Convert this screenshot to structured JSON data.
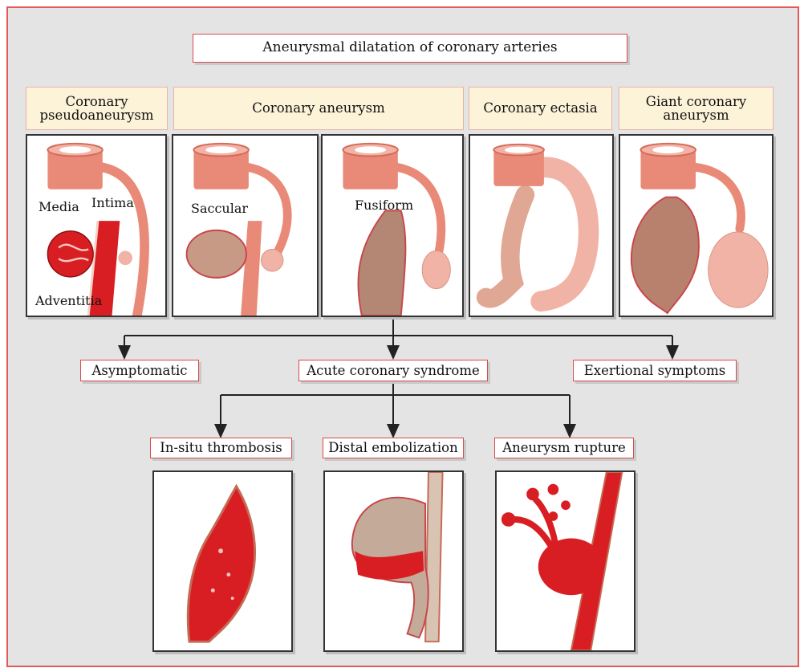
{
  "title": "Aneurysmal dilatation of coronary arteries",
  "categories": [
    {
      "label": "Coronary pseudoaneurysm"
    },
    {
      "label": "Coronary aneurysm"
    },
    {
      "label": "Coronary ectasia"
    },
    {
      "label": "Giant coronary aneurysm"
    }
  ],
  "panel_labels": {
    "media": "Media",
    "intima": "Intima",
    "adventitia": "Adventitia",
    "saccular": "Saccular",
    "fusiform": "Fusiform"
  },
  "outcomes": [
    "Asymptomatic",
    "Acute coronary syndrome",
    "Exertional symptoms"
  ],
  "complications": [
    "In-situ thrombosis",
    "Distal embolization",
    "Aneurysm rupture"
  ],
  "colors": {
    "frame_border": "#e35a5a",
    "background": "#e4e4e4",
    "label_bg": "#fdf3d9",
    "vessel": "#e98a78",
    "blood": "#d81e22"
  }
}
